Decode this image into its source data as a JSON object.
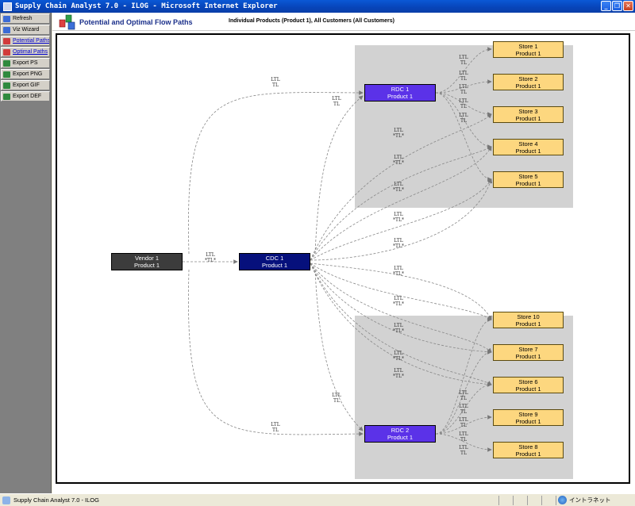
{
  "window": {
    "title": "Supply Chain Analyst 7.0 - ILOG - Microsoft Internet Explorer",
    "buttons": {
      "minimize": "_",
      "maximize": "❐",
      "close": "✕"
    }
  },
  "sidebar": {
    "items": [
      {
        "label": "Refresh",
        "icon": "refresh-icon",
        "color": "#3b6bd6",
        "link": false
      },
      {
        "label": "Viz Wizard",
        "icon": "wizard-icon",
        "color": "#3b6bd6",
        "link": false
      },
      {
        "label": "Potential Paths",
        "icon": "paths-icon",
        "color": "#d13b3b",
        "link": true
      },
      {
        "label": "Optimal Paths",
        "icon": "paths-icon",
        "color": "#d13b3b",
        "link": true
      },
      {
        "label": "Export PS",
        "icon": "export-icon",
        "color": "#2f8a3e",
        "link": false
      },
      {
        "label": "Export PNG",
        "icon": "export-icon",
        "color": "#2f8a3e",
        "link": false
      },
      {
        "label": "Export GIF",
        "icon": "export-icon",
        "color": "#2f8a3e",
        "link": false
      },
      {
        "label": "Export DEF",
        "icon": "export-icon",
        "color": "#2f8a3e",
        "link": false
      }
    ]
  },
  "header": {
    "title": "Potential and Optimal Flow Paths",
    "subtitle": "Individual Products (Product 1), All Customers (All Customers)"
  },
  "diagram": {
    "nodes": {
      "vendor": [
        "Vendor 1",
        "Product 1"
      ],
      "cdc": [
        "CDC 1",
        "Product 1"
      ],
      "rdc1": [
        "RDC 1",
        "Product 1"
      ],
      "rdc2": [
        "RDC 2",
        "Product 1"
      ],
      "stores_top": [
        [
          "Store 1",
          "Product 1"
        ],
        [
          "Store 2",
          "Product 1"
        ],
        [
          "Store 3",
          "Product 1"
        ],
        [
          "Store 4",
          "Product 1"
        ],
        [
          "Store 5",
          "Product 1"
        ]
      ],
      "stores_bottom": [
        [
          "Store 10",
          "Product 1"
        ],
        [
          "Store 7",
          "Product 1"
        ],
        [
          "Store 6",
          "Product 1"
        ],
        [
          "Store 9",
          "Product 1"
        ],
        [
          "Store 8",
          "Product 1"
        ]
      ]
    },
    "edge_labels": {
      "ltl": "LTL",
      "tl": "TL",
      "tl_star": "*TL*"
    },
    "colors": {
      "vendor": "#3c3c3c",
      "cdc": "#06107c",
      "rdc": "#5b32e8",
      "store": "#fdd77f",
      "region": "#d2d2d2"
    }
  },
  "statusbar": {
    "text": "Supply Chain Analyst 7.0 - ILOG",
    "zone": "イントラネット"
  }
}
